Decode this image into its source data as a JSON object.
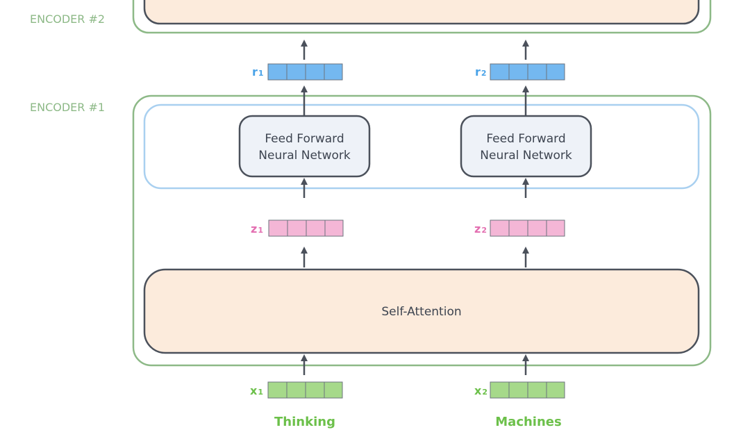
{
  "encoders": {
    "encoder2_label": "ENCODER #2",
    "encoder1_label": "ENCODER #1"
  },
  "self_attention": {
    "label": "Self-Attention"
  },
  "ffnn": [
    {
      "line1": "Feed Forward",
      "line2": "Neural Network"
    },
    {
      "line1": "Feed Forward",
      "line2": "Neural Network"
    }
  ],
  "vectors": {
    "r": [
      {
        "letter": "r",
        "sub": "1"
      },
      {
        "letter": "r",
        "sub": "2"
      }
    ],
    "z": [
      {
        "letter": "z",
        "sub": "1"
      },
      {
        "letter": "z",
        "sub": "2"
      }
    ],
    "x": [
      {
        "letter": "x",
        "sub": "1"
      },
      {
        "letter": "x",
        "sub": "2"
      }
    ]
  },
  "words": [
    "Thinking",
    "Machines"
  ],
  "colors": {
    "encoder_border": "#8db987",
    "ffnn_layer_border": "#a9d0f0",
    "box_stroke": "#4b515b",
    "self_attention_fill": "#fcebdc",
    "ffnn_fill": "#eef2f8",
    "r_cell": "#74b8f0",
    "z_cell": "#f4b6d6",
    "x_cell": "#a6d98a",
    "r_label": "#4aa3e8",
    "z_label": "#e36fb1",
    "x_label": "#6cc04a",
    "arrow": "#4b515b"
  }
}
